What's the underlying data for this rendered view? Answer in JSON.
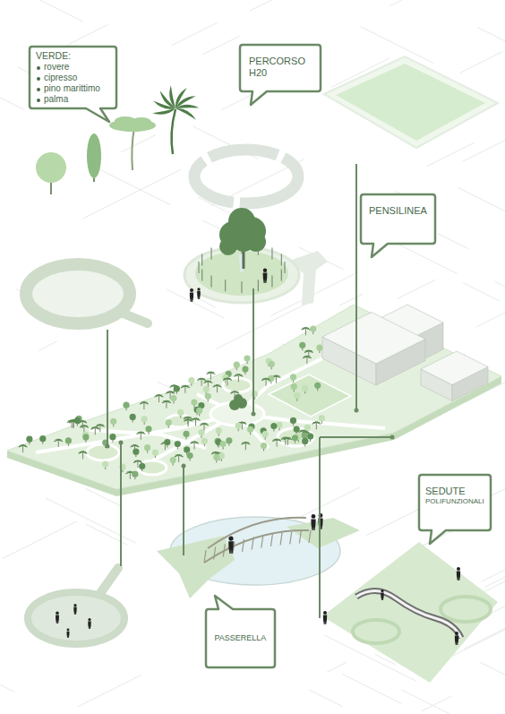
{
  "diagram": {
    "nodes": [
      {
        "text": [
          "VERDE:",
          "rovere",
          "cipresso",
          "pino marittimo",
          "palma"
        ]
      },
      {
        "text": [
          "PERCORSO H20"
        ]
      },
      {
        "text": [
          "PENSILINEA"
        ]
      },
      {
        "text": [
          "SEDUTE",
          "POLIFUNZIONALI"
        ]
      },
      {
        "text": [
          "PASSERELLA"
        ]
      }
    ]
  }
}
